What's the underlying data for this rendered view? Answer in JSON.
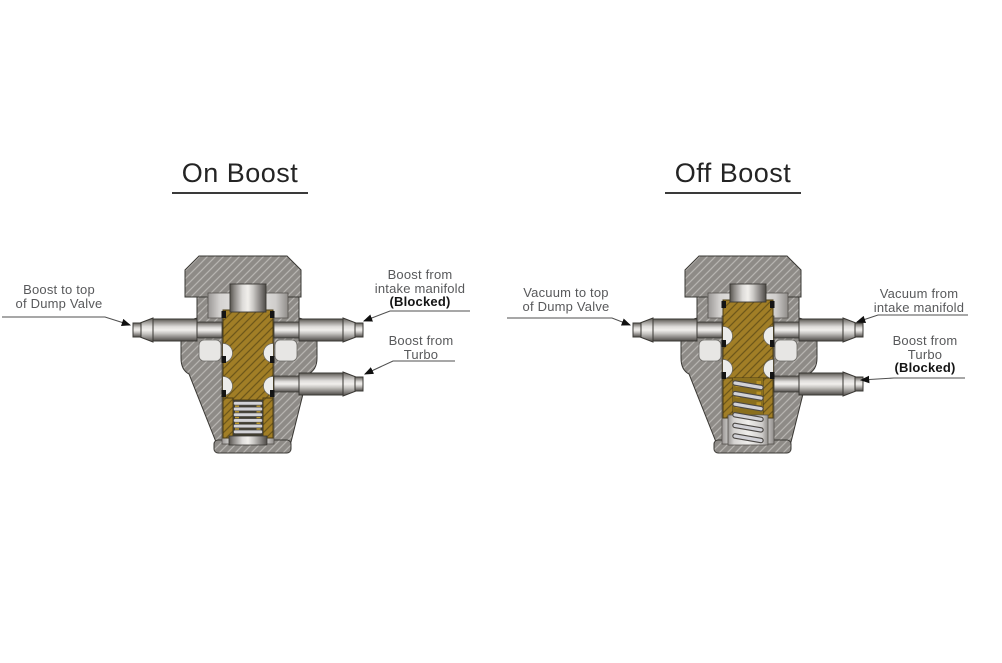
{
  "diagram": {
    "type": "valve-cross-section-comparison",
    "background": "#ffffff"
  },
  "panels": [
    {
      "title": "On Boost",
      "labels": {
        "to_dump_valve": [
          "Boost to top",
          "of Dump Valve"
        ],
        "from_intake": [
          "Boost from",
          "intake manifold",
          "(Blocked)"
        ],
        "from_turbo": [
          "Boost from",
          "Turbo"
        ]
      },
      "valve_state": {
        "piston": "down",
        "spring": "compressed"
      }
    },
    {
      "title": "Off Boost",
      "labels": {
        "to_dump_valve": [
          "Vacuum to top",
          "of Dump Valve"
        ],
        "from_intake": [
          "Vacuum from",
          "intake manifold"
        ],
        "from_turbo": [
          "Boost from",
          "Turbo",
          "(Blocked)"
        ]
      },
      "valve_state": {
        "piston": "up",
        "spring": "extended"
      }
    }
  ],
  "colors": {
    "body_gray": "#8e8b87",
    "body_hatch": "#b7b4b0",
    "piston_brass": "#a17e26",
    "brass_hatch": "#6e571a",
    "label_text": "#58595b",
    "blocked_text": "#141414",
    "leader_line": "#4f4f4f",
    "title_text": "#242424"
  }
}
